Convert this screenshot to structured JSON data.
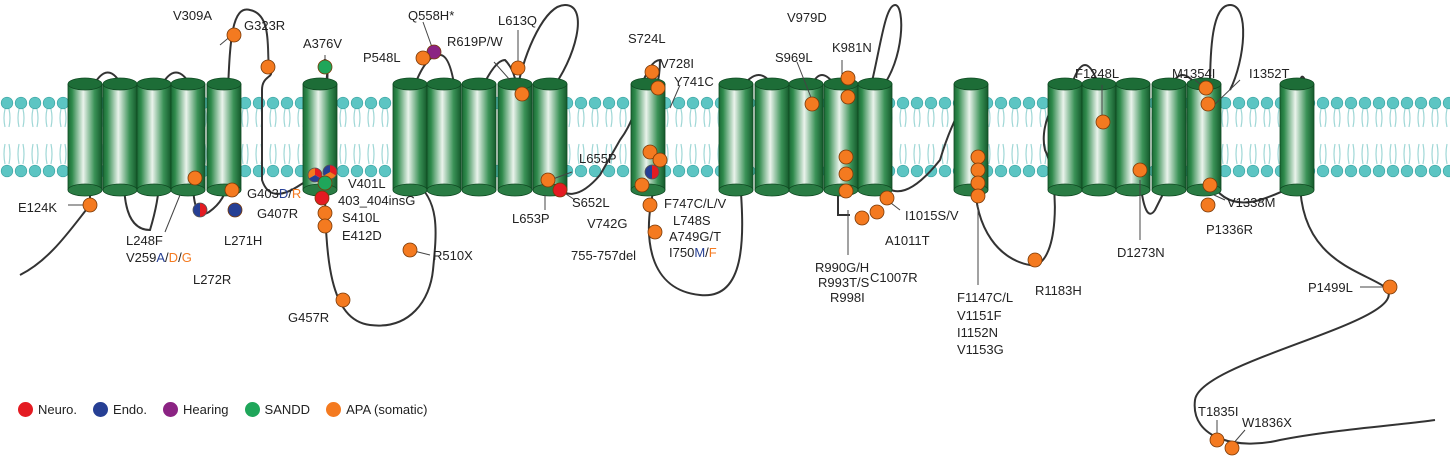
{
  "colors": {
    "neuro": "#e41b22",
    "endo": "#263f94",
    "hearing": "#8b2383",
    "sandd": "#1fa65a",
    "apa": "#f47a20",
    "helix_dark": "#1a6b35",
    "helix_light": "#eaf3ec",
    "lipid": "#5cc5c3",
    "line": "#333333"
  },
  "legend": [
    {
      "key": "neuro",
      "label": "Neuro."
    },
    {
      "key": "endo",
      "label": "Endo."
    },
    {
      "key": "hearing",
      "label": "Hearing"
    },
    {
      "key": "sandd",
      "label": "SANDD"
    },
    {
      "key": "apa",
      "label": "APA (somatic)"
    }
  ],
  "labels": {
    "e124k": "E124K",
    "l248f": "L248F",
    "v259_a": "V259",
    "v259_b": "A",
    "v259_c": "/",
    "v259_d": "D",
    "v259_e": "/",
    "v259_f": "G",
    "l272r": "L272R",
    "l271h": "L271H",
    "v309a": "V309A",
    "g323r": "G323R",
    "a376v": "A376V",
    "g403_a": "G403",
    "g403_b": "D",
    "g403_c": "/",
    "g403_d": "R",
    "v401l": "V401L",
    "ins": "403_404insG",
    "g407r": "G407R",
    "s410l": "S410L",
    "e412d": "E412D",
    "g457r": "G457R",
    "q558h": "Q558H*",
    "p548l": "P548L",
    "r619p": "R619P/W",
    "l613q": "L613Q",
    "r510x": "R510X",
    "l655p": "L655P",
    "s652l": "S652L",
    "l653p": "L653P",
    "s724l": "S724L",
    "v728i": "V728I",
    "y741c": "Y741C",
    "v742g": "V742G",
    "f747c": "F747C/L/V",
    "l748s": "L748S",
    "a749": "A749G/T",
    "i750_a": "I750",
    "i750_b": "M",
    "i750_c": "/",
    "i750_d": "F",
    "del755": "755-757del",
    "v979d": "V979D",
    "s969l": "S969L",
    "k981n": "K981N",
    "r990": "R990G/H",
    "r993": "R993T/S",
    "r998i": "R998I",
    "i1015": "I1015S/V",
    "a1011t": "A1011T",
    "c1007r": "C1007R",
    "f1147": "F1147C/L",
    "v1151f": "V1151F",
    "i1152n": "I1152N",
    "v1153g": "V1153G",
    "r1183h": "R1183H",
    "f1248l": "F1248L",
    "d1273n": "D1273N",
    "m1354i": "M1354I",
    "i1352t": "I1352T",
    "v1338m": "V1338M",
    "p1336r": "P1336R",
    "p1499l": "P1499L",
    "t1835i": "T1835I",
    "w1836x": "W1836X"
  }
}
